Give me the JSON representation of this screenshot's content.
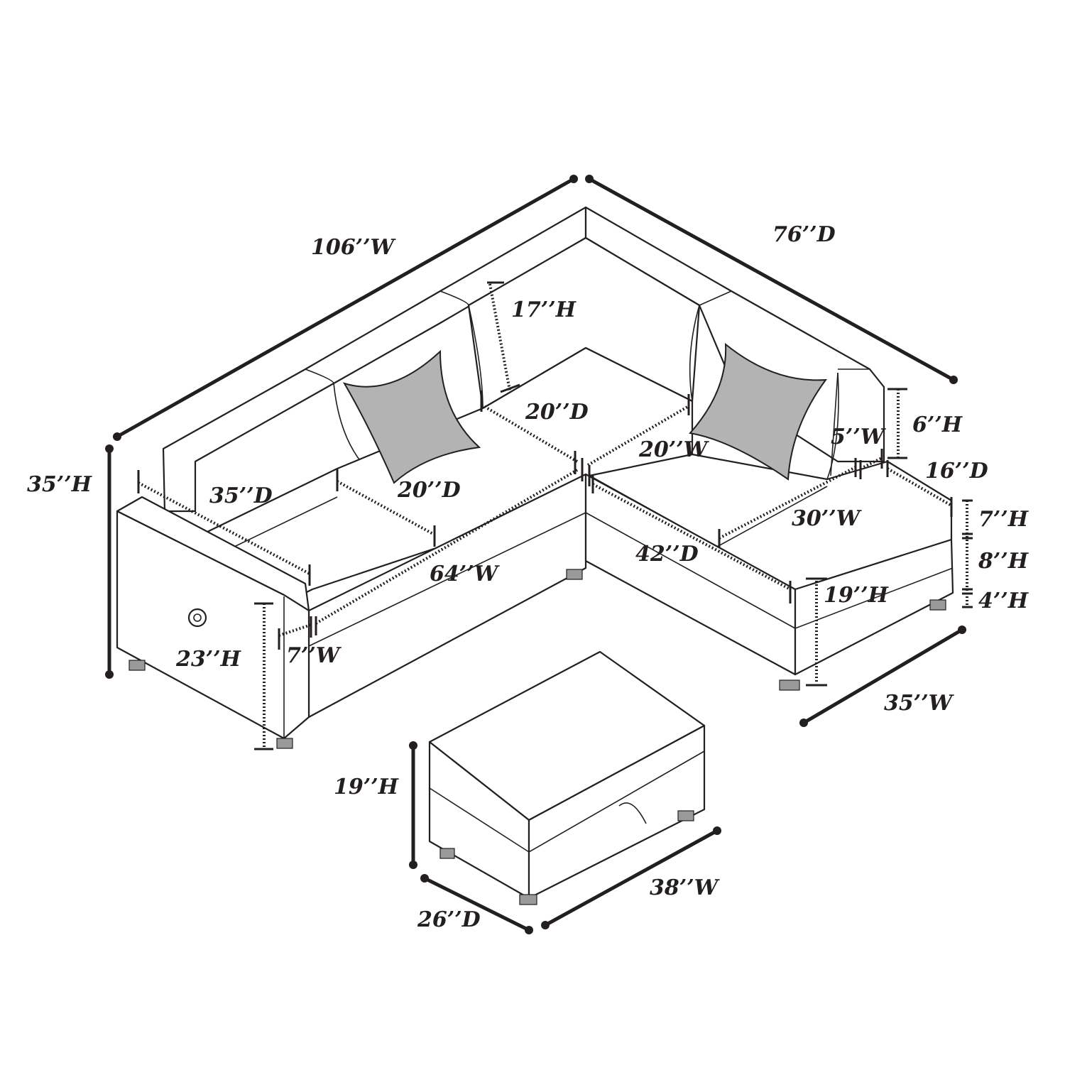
{
  "colors": {
    "ink": "#231f20",
    "pillow": "#b3b3b3",
    "foot": "#9a9a9a",
    "background": "#ffffff"
  },
  "labels": {
    "overall_width": "106’’W",
    "overall_depth": "76’’D",
    "overall_height": "35’’H",
    "back_height": "17’’H",
    "corner_seat_depth": "20’’D",
    "corner_seat_width": "20’’W",
    "left_seat_depth": "35’’D",
    "left_cushion_depth": "20’’D",
    "left_seat_width": "64’’W",
    "arm_width": "7’’W",
    "arm_height": "23’’H",
    "chaise_depth": "42’’D",
    "chaise_seat_width": "30’’W",
    "chaise_arm_width": "5’’W",
    "chaise_arm_height": "6’’H",
    "chaise_arm_depth": "16’’D",
    "cushion_height": "7’’H",
    "base_height": "8’’H",
    "leg_height": "4’’H",
    "seat_height": "19’’H",
    "chaise_width": "35’’W",
    "ottoman_height": "19’’H",
    "ottoman_width": "38’’W",
    "ottoman_depth": "26’’D"
  }
}
